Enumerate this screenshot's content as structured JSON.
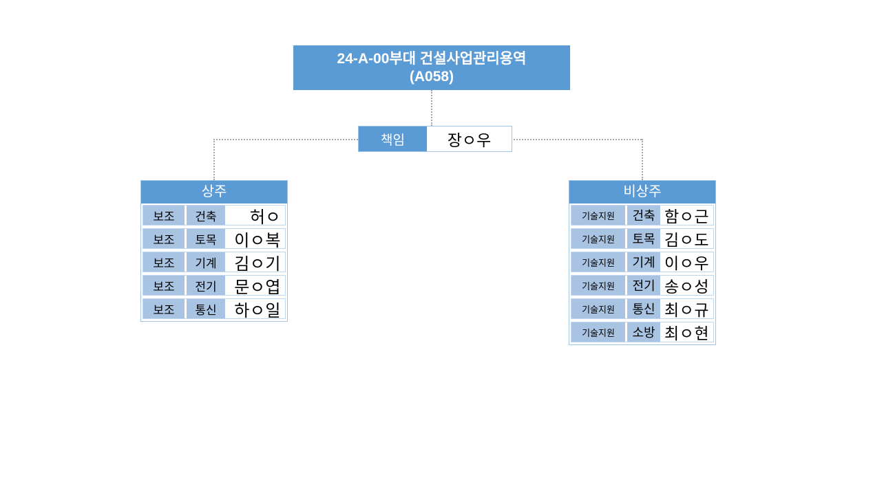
{
  "root": {
    "title_line1": "24-A-00부대 건설사업관리용역",
    "title_line2": "(A058)"
  },
  "manager": {
    "role": "책임",
    "name": "장ㅇ우"
  },
  "groups": [
    {
      "header": "상주",
      "rows": [
        {
          "role": "보조",
          "discipline": "건축",
          "name": "허ㅇ"
        },
        {
          "role": "보조",
          "discipline": "토목",
          "name": "이ㅇ복"
        },
        {
          "role": "보조",
          "discipline": "기계",
          "name": "김ㅇ기"
        },
        {
          "role": "보조",
          "discipline": "전기",
          "name": "문ㅇ엽"
        },
        {
          "role": "보조",
          "discipline": "통신",
          "name": "하ㅇ일"
        }
      ]
    },
    {
      "header": "비상주",
      "rows": [
        {
          "role": "기술지원",
          "discipline": "건축",
          "name": "함ㅇ근"
        },
        {
          "role": "기술지원",
          "discipline": "토목",
          "name": "김ㅇ도"
        },
        {
          "role": "기술지원",
          "discipline": "기계",
          "name": "이ㅇ우"
        },
        {
          "role": "기술지원",
          "discipline": "전기",
          "name": "송ㅇ성"
        },
        {
          "role": "기술지원",
          "discipline": "통신",
          "name": "최ㅇ규"
        },
        {
          "role": "기술지원",
          "discipline": "소방",
          "name": "최ㅇ현"
        }
      ]
    }
  ],
  "colors": {
    "header_blue": "#5B9BD5",
    "cell_light_blue": "#A9C4E3",
    "border_blue": "#9DC3E6",
    "connector_gray": "#A6A6A6",
    "background": "#FFFFFF",
    "text_dark": "#000000",
    "text_light": "#FFFFFF"
  }
}
